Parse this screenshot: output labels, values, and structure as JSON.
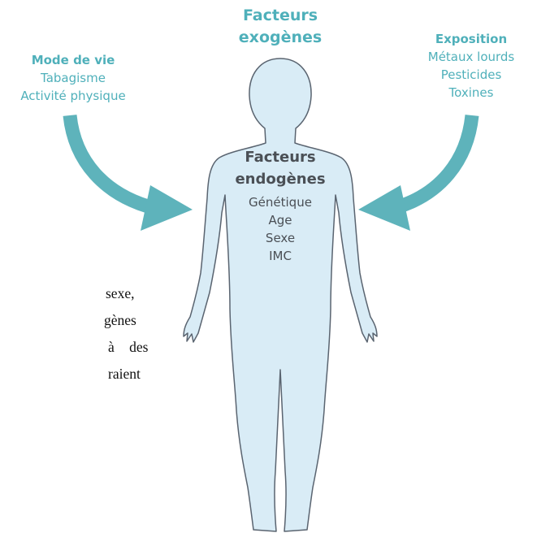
{
  "exogenous_title": [
    "Facteurs",
    "exogènes"
  ],
  "lifestyle": {
    "title": "Mode de vie",
    "items": [
      "Tabagisme",
      "Activité physique"
    ]
  },
  "exposure": {
    "title": "Exposition",
    "items": [
      "Métaux lourds",
      "Pesticides",
      "Toxines"
    ]
  },
  "endogenous": {
    "title": [
      "Facteurs",
      "endogènes"
    ],
    "items": [
      "Génétique",
      "Age",
      "Sexe",
      "IMC"
    ]
  },
  "background_text": [
    "sexe,",
    "gènes",
    "à des",
    "raient"
  ],
  "colors": {
    "body_fill": "#d9ecf6",
    "body_outline": "#5a6470",
    "arrow": "#5eb3bb",
    "teal_text": "#4fb0ba",
    "dark_text": "#4a4f55"
  }
}
